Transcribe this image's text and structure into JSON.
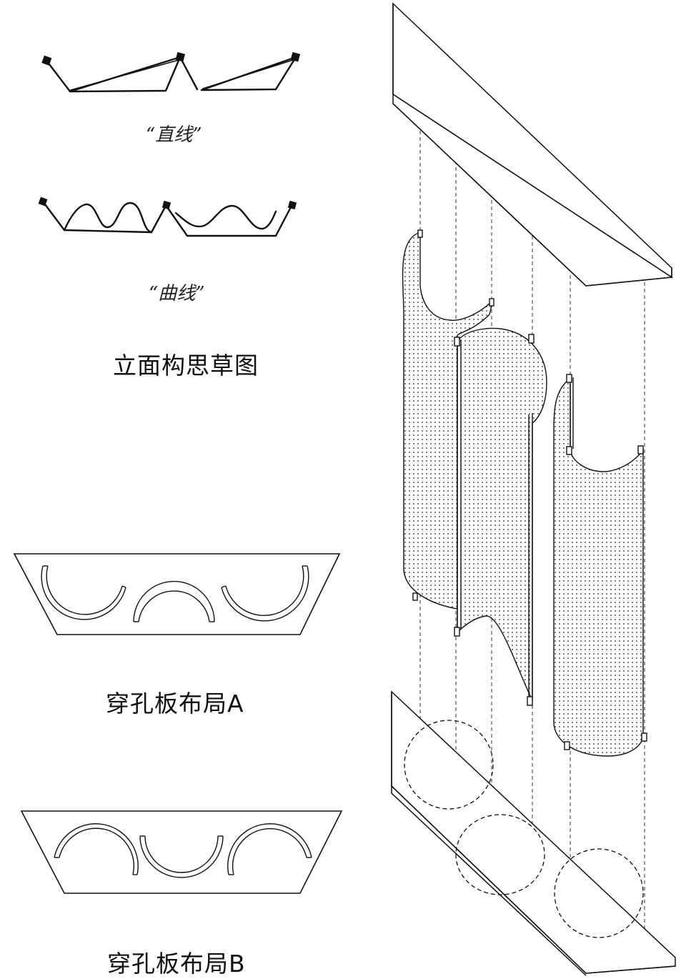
{
  "sketch": {
    "straight_label": "“直线”",
    "curve_label": "“曲线”",
    "caption": "立面构思草图"
  },
  "layout_a": {
    "caption": "穿孔板布局A"
  },
  "layout_b": {
    "caption": "穿孔板布局B"
  }
}
